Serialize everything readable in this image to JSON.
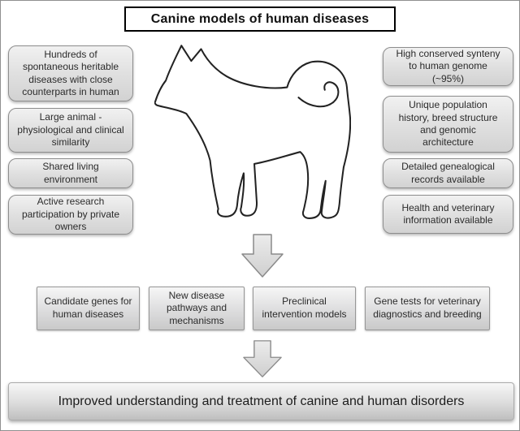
{
  "title": "Canine models of human diseases",
  "left_column": [
    "Hundreds of\nspontaneous heritable\ndiseases with close\ncounterparts in human",
    "Large animal -\nphysiological and clinical\nsimilarity",
    "Shared living\nenvironment",
    "Active research\nparticipation by private\nowners"
  ],
  "right_column": [
    "High conserved synteny\nto human genome\n(~95%)",
    "Unique population\nhistory, breed structure\nand genomic\narchitecture",
    "Detailed genealogical\nrecords available",
    "Health and veterinary\ninformation available"
  ],
  "outcomes": [
    "Candidate genes for\nhuman diseases",
    "New disease\npathways and\nmechanisms",
    "Preclinical\nintervention models",
    "Gene tests for veterinary\ndiagnostics and breeding"
  ],
  "banner": "Improved understanding and treatment of canine and human disorders",
  "icons": {
    "dog": "dog-outline-icon",
    "arrow": "block-arrow-down-icon"
  },
  "colors": {
    "background": "#ffffff",
    "box_border": "#8d8d8d",
    "box_fill_top": "#f1f1f1",
    "box_fill_bottom": "#d2d2d2",
    "title_border": "#000000",
    "text": "#2b2b2b",
    "dog_stroke": "#222222"
  }
}
